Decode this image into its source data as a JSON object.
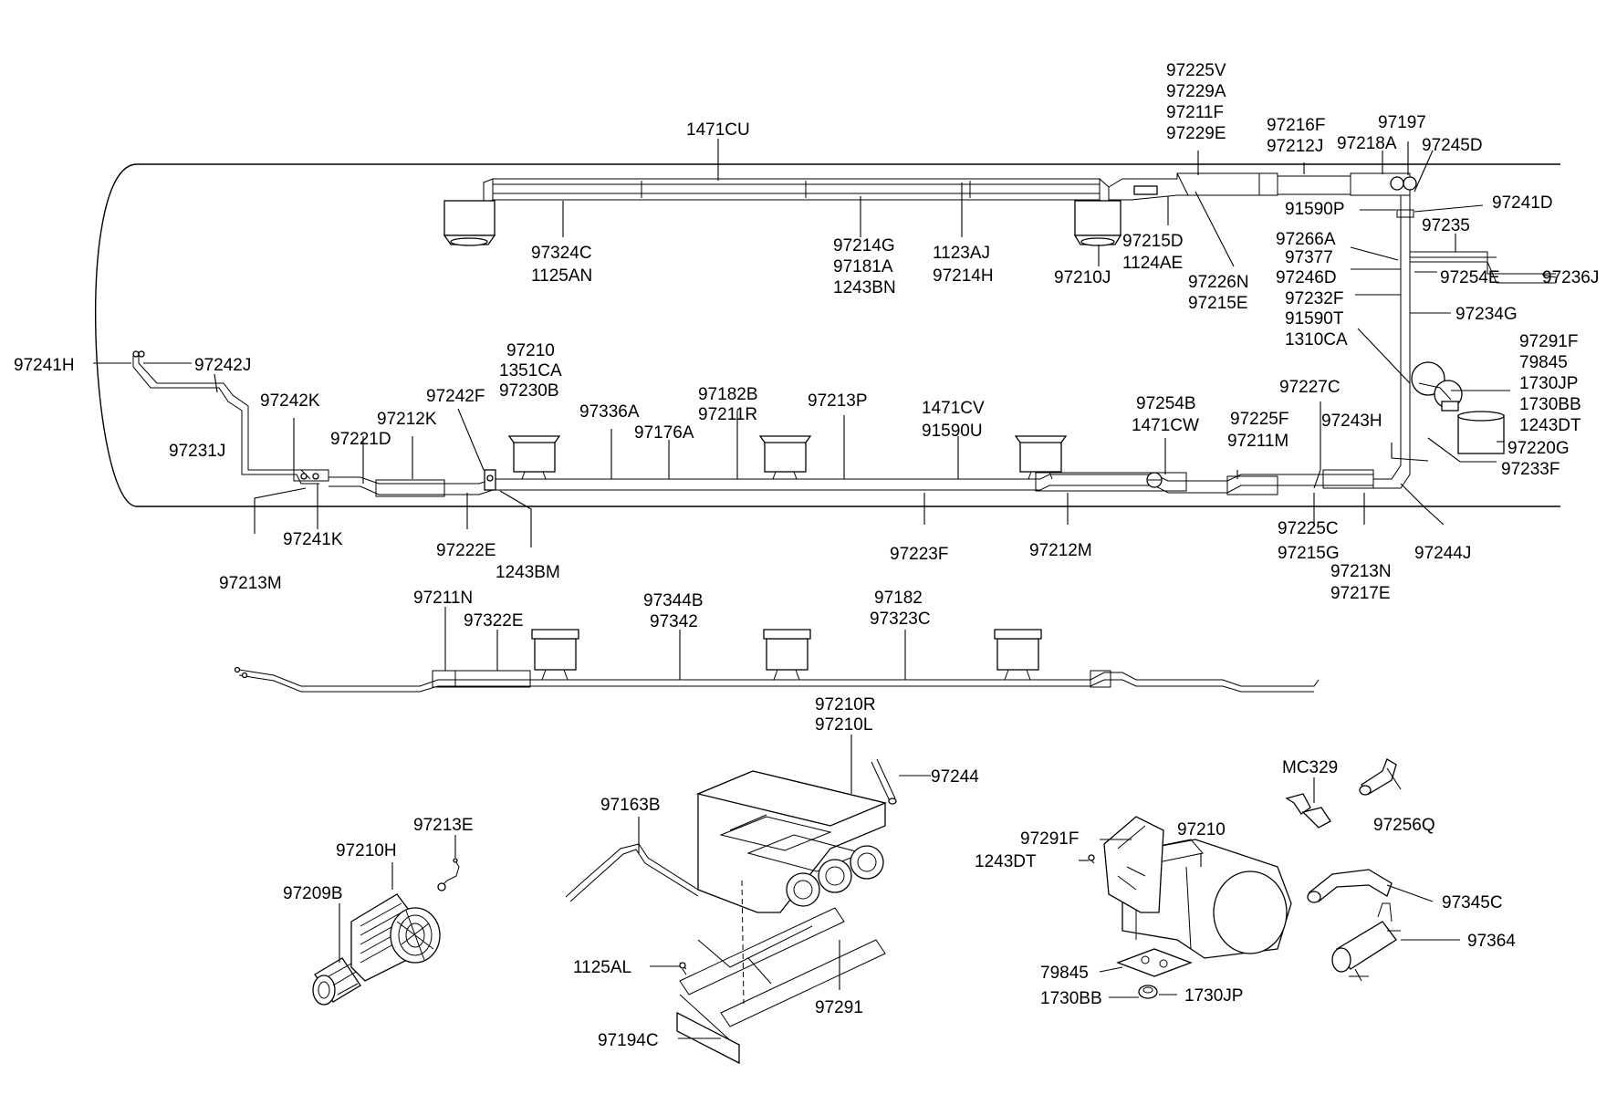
{
  "upper_assembly": {
    "p1471cu": "1471CU",
    "p97324c_1": "97324C",
    "p97324c_2": "1125AN",
    "p97214g_1": "97214G",
    "p97214g_2": "97181A",
    "p97214g_3": "1243BN",
    "p1123aj_1": "1123AJ",
    "p1123aj_2": "97214H",
    "p97210j": "97210J",
    "p97215d_1": "97215D",
    "p97215d_2": "1124AE",
    "p97226n_1": "97226N",
    "p97226n_2": "97215E",
    "p97225v_1": "97225V",
    "p97225v_2": "97229A",
    "p97225v_3": "97211F",
    "p97225v_4": "97229E",
    "p97216f_1": "97216F",
    "p97216f_2": "97212J",
    "p97218a": "97218A",
    "p97197": "97197",
    "p97245d": "97245D",
    "p91590p": "91590P",
    "p97241d": "97241D",
    "p97235": "97235",
    "p97266a": "97266A",
    "p97377": "97377",
    "p97246d": "97246D",
    "p97254e": "97254E",
    "p97236j": "97236J",
    "p97232f": "97232F",
    "p97234g": "97234G",
    "p91590t": "91590T",
    "p1310ca": "1310CA",
    "p97291f_1": "97291F",
    "p97291f_2": "79845",
    "p97291f_3": "1730JP",
    "p97291f_4": "1730BB",
    "p97291f_5": "1243DT",
    "p97220g": "97220G",
    "p97233f": "97233F"
  },
  "middle_assembly": {
    "p97241h": "97241H",
    "p97242j": "97242J",
    "p97231j": "97231J",
    "p97242k": "97242K",
    "p97221d": "97221D",
    "p97212k": "97212K",
    "p97242f": "97242F",
    "p97210_1": "97210",
    "p97210_2": "1351CA",
    "p97210_3": "97230B",
    "p97336a": "97336A",
    "p97176a": "97176A",
    "p97182b_1": "97182B",
    "p97182b_2": "97211R",
    "p97213p": "97213P",
    "p1471cv_1": "1471CV",
    "p1471cv_2": "91590U",
    "p97254b_1": "97254B",
    "p97254b_2": "1471CW",
    "p97225f_1": "97225F",
    "p97225f_2": "97211M",
    "p97227c": "97227C",
    "p97243h": "97243H",
    "p97241k": "97241K",
    "p97213m": "97213M",
    "p97222e": "97222E",
    "p1243bm": "1243BM",
    "p97223f": "97223F",
    "p97212m": "97212M",
    "p97225c_1": "97225C",
    "p97225c_2": "97215G",
    "p97213n_1": "97213N",
    "p97213n_2": "97217E",
    "p97244j": "97244J"
  },
  "lower_assembly": {
    "p97211n": "97211N",
    "p97322e": "97322E",
    "p97344b_1": "97344B",
    "p97344b_2": "97342",
    "p97182_1": "97182",
    "p97182_2": "97323C"
  },
  "heater_units": {
    "p97210r_1": "97210R",
    "p97210r_2": "97210L",
    "p97244": "97244",
    "p97163b": "97163B",
    "p1125al": "1125AL",
    "p97291": "97291",
    "p97194c": "97194C",
    "p97213e": "97213E",
    "p97210h": "97210H",
    "p97209b": "97209B",
    "pmc329": "MC329",
    "p97256q": "97256Q",
    "p97291f": "97291F",
    "p1243dt": "1243DT",
    "p97210": "97210",
    "p97345c": "97345C",
    "p97364": "97364",
    "p79845": "79845",
    "p1730bb": "1730BB",
    "p1730jp": "1730JP"
  }
}
